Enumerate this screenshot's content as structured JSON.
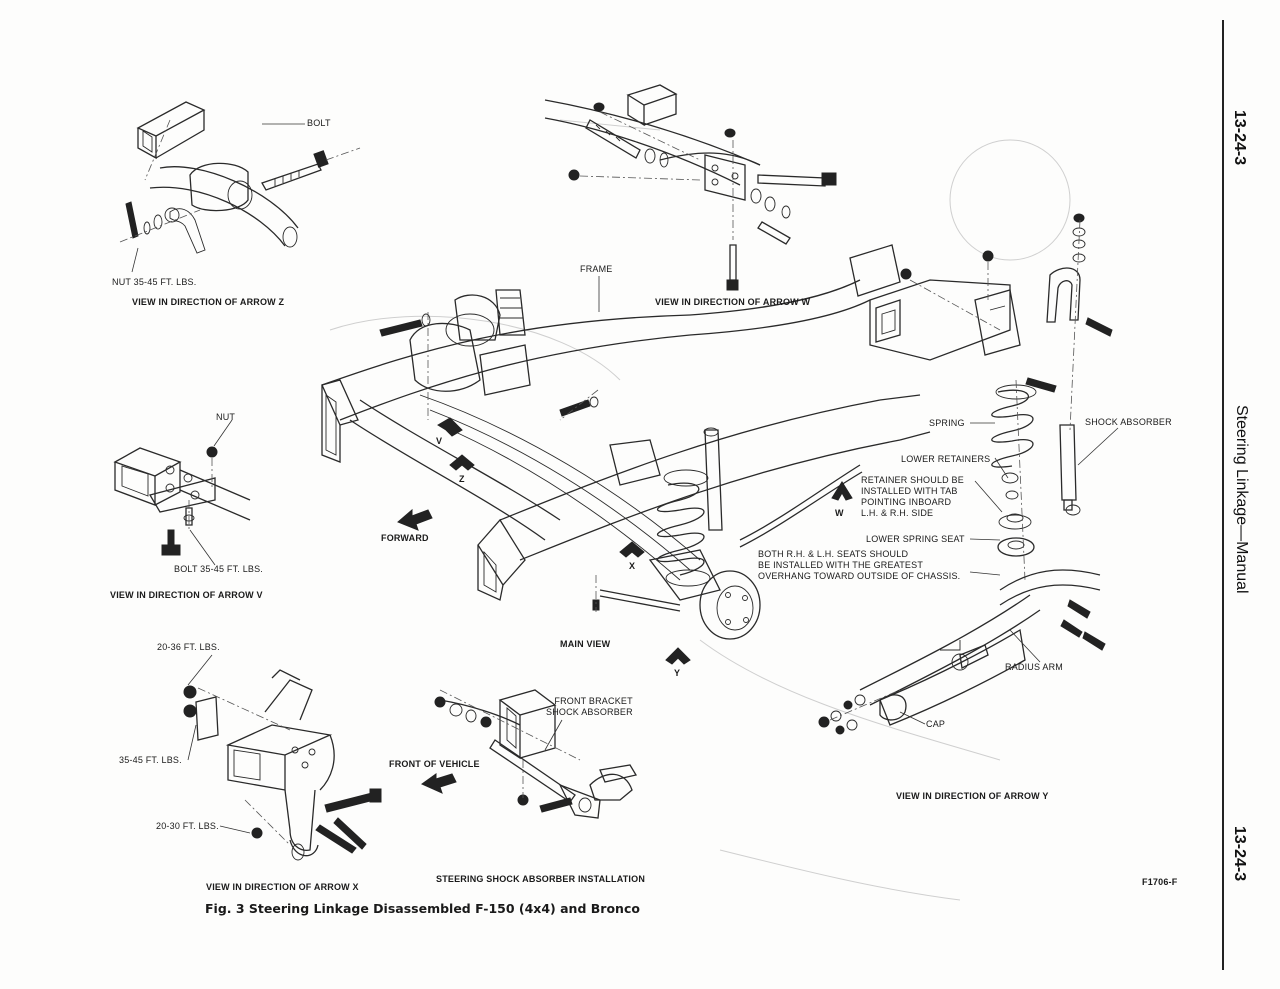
{
  "page": {
    "section_number_top": "13-24-3",
    "section_number_bottom": "13-24-3",
    "section_title": "Steering Linkage—Manual",
    "figure_caption": "Fig. 3  Steering Linkage Disassembled F-150 (4x4) and Bronco",
    "figure_code": "F1706-F"
  },
  "views": {
    "z": "VIEW IN DIRECTION OF ARROW Z",
    "w": "VIEW IN DIRECTION OF ARROW W",
    "v": "VIEW IN DIRECTION OF ARROW V",
    "x": "VIEW IN DIRECTION OF ARROW X",
    "y": "VIEW IN DIRECTION OF ARROW Y",
    "main": "MAIN VIEW",
    "steering_shock": "STEERING SHOCK ABSORBER INSTALLATION"
  },
  "labels": {
    "bolt": "BOLT",
    "nut_35_45": "NUT 35-45 FT. LBS.",
    "frame": "FRAME",
    "nut": "NUT",
    "bolt_35_45": "BOLT 35-45 FT. LBS.",
    "forward": "FORWARD",
    "spring": "SPRING",
    "shock_absorber": "SHOCK ABSORBER",
    "lower_retainers": "LOWER RETAINERS",
    "retainer_note": "RETAINER SHOULD BE\nINSTALLED WITH TAB\nPOINTING INBOARD\nL.H. & R.H. SIDE",
    "lower_spring_seat": "LOWER SPRING SEAT",
    "seats_note": "BOTH R.H. & L.H. SEATS SHOULD\nBE INSTALLED WITH THE GREATEST\nOVERHANG TOWARD OUTSIDE OF CHASSIS.",
    "radius_arm": "RADIUS ARM",
    "cap": "CAP",
    "torque_20_36": "20-36 FT. LBS.",
    "torque_35_45": "35-45 FT. LBS.",
    "torque_20_30": "20-30 FT. LBS.",
    "front_of_vehicle": "FRONT OF VEHICLE",
    "front_bracket_shock": "FRONT BRACKET\nSHOCK ABSORBER"
  },
  "arrows": {
    "v": "V",
    "z": "Z",
    "w": "W",
    "x": "X",
    "y": "Y"
  }
}
